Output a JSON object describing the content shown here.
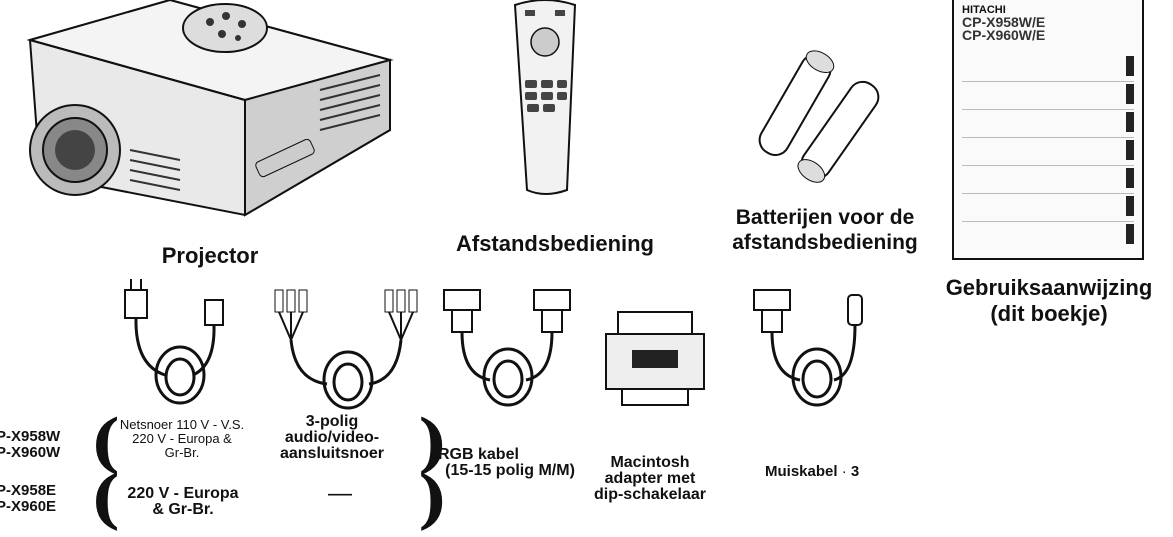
{
  "items": {
    "projector": "Projector",
    "remote": "Afstandsbediening",
    "batteries": [
      "Batterijen voor de",
      "afstandsbediening"
    ],
    "manual": [
      "Gebruiksaanwijzing",
      "(dit boekje)"
    ]
  },
  "manual_cover": {
    "brand": "HITACHI",
    "models": [
      "CP-X958W/E",
      "CP-X960W/E"
    ]
  },
  "accessories": {
    "power_cord_w": [
      "Netsnoer 110 V - V.S.",
      "220 V - Europa &",
      "Gr-Br."
    ],
    "power_cord_e": [
      "220 V - Europa",
      "& Gr-Br."
    ],
    "av_cable": [
      "3-polig",
      "audio/video-",
      "aansluitsnoer"
    ],
    "av_cable_e": "—",
    "rgb_cable": [
      "RGB kabel",
      "(15-15 polig M/M)"
    ],
    "mac_adapter": [
      "Macintosh",
      "adapter met",
      "dip-schakelaar"
    ],
    "mouse_cable": "Muiskabel",
    "page_number": "3"
  },
  "models": {
    "w": [
      "P-X958W",
      "P-X960W"
    ],
    "e": [
      "P-X958E",
      "P-X960E"
    ]
  }
}
